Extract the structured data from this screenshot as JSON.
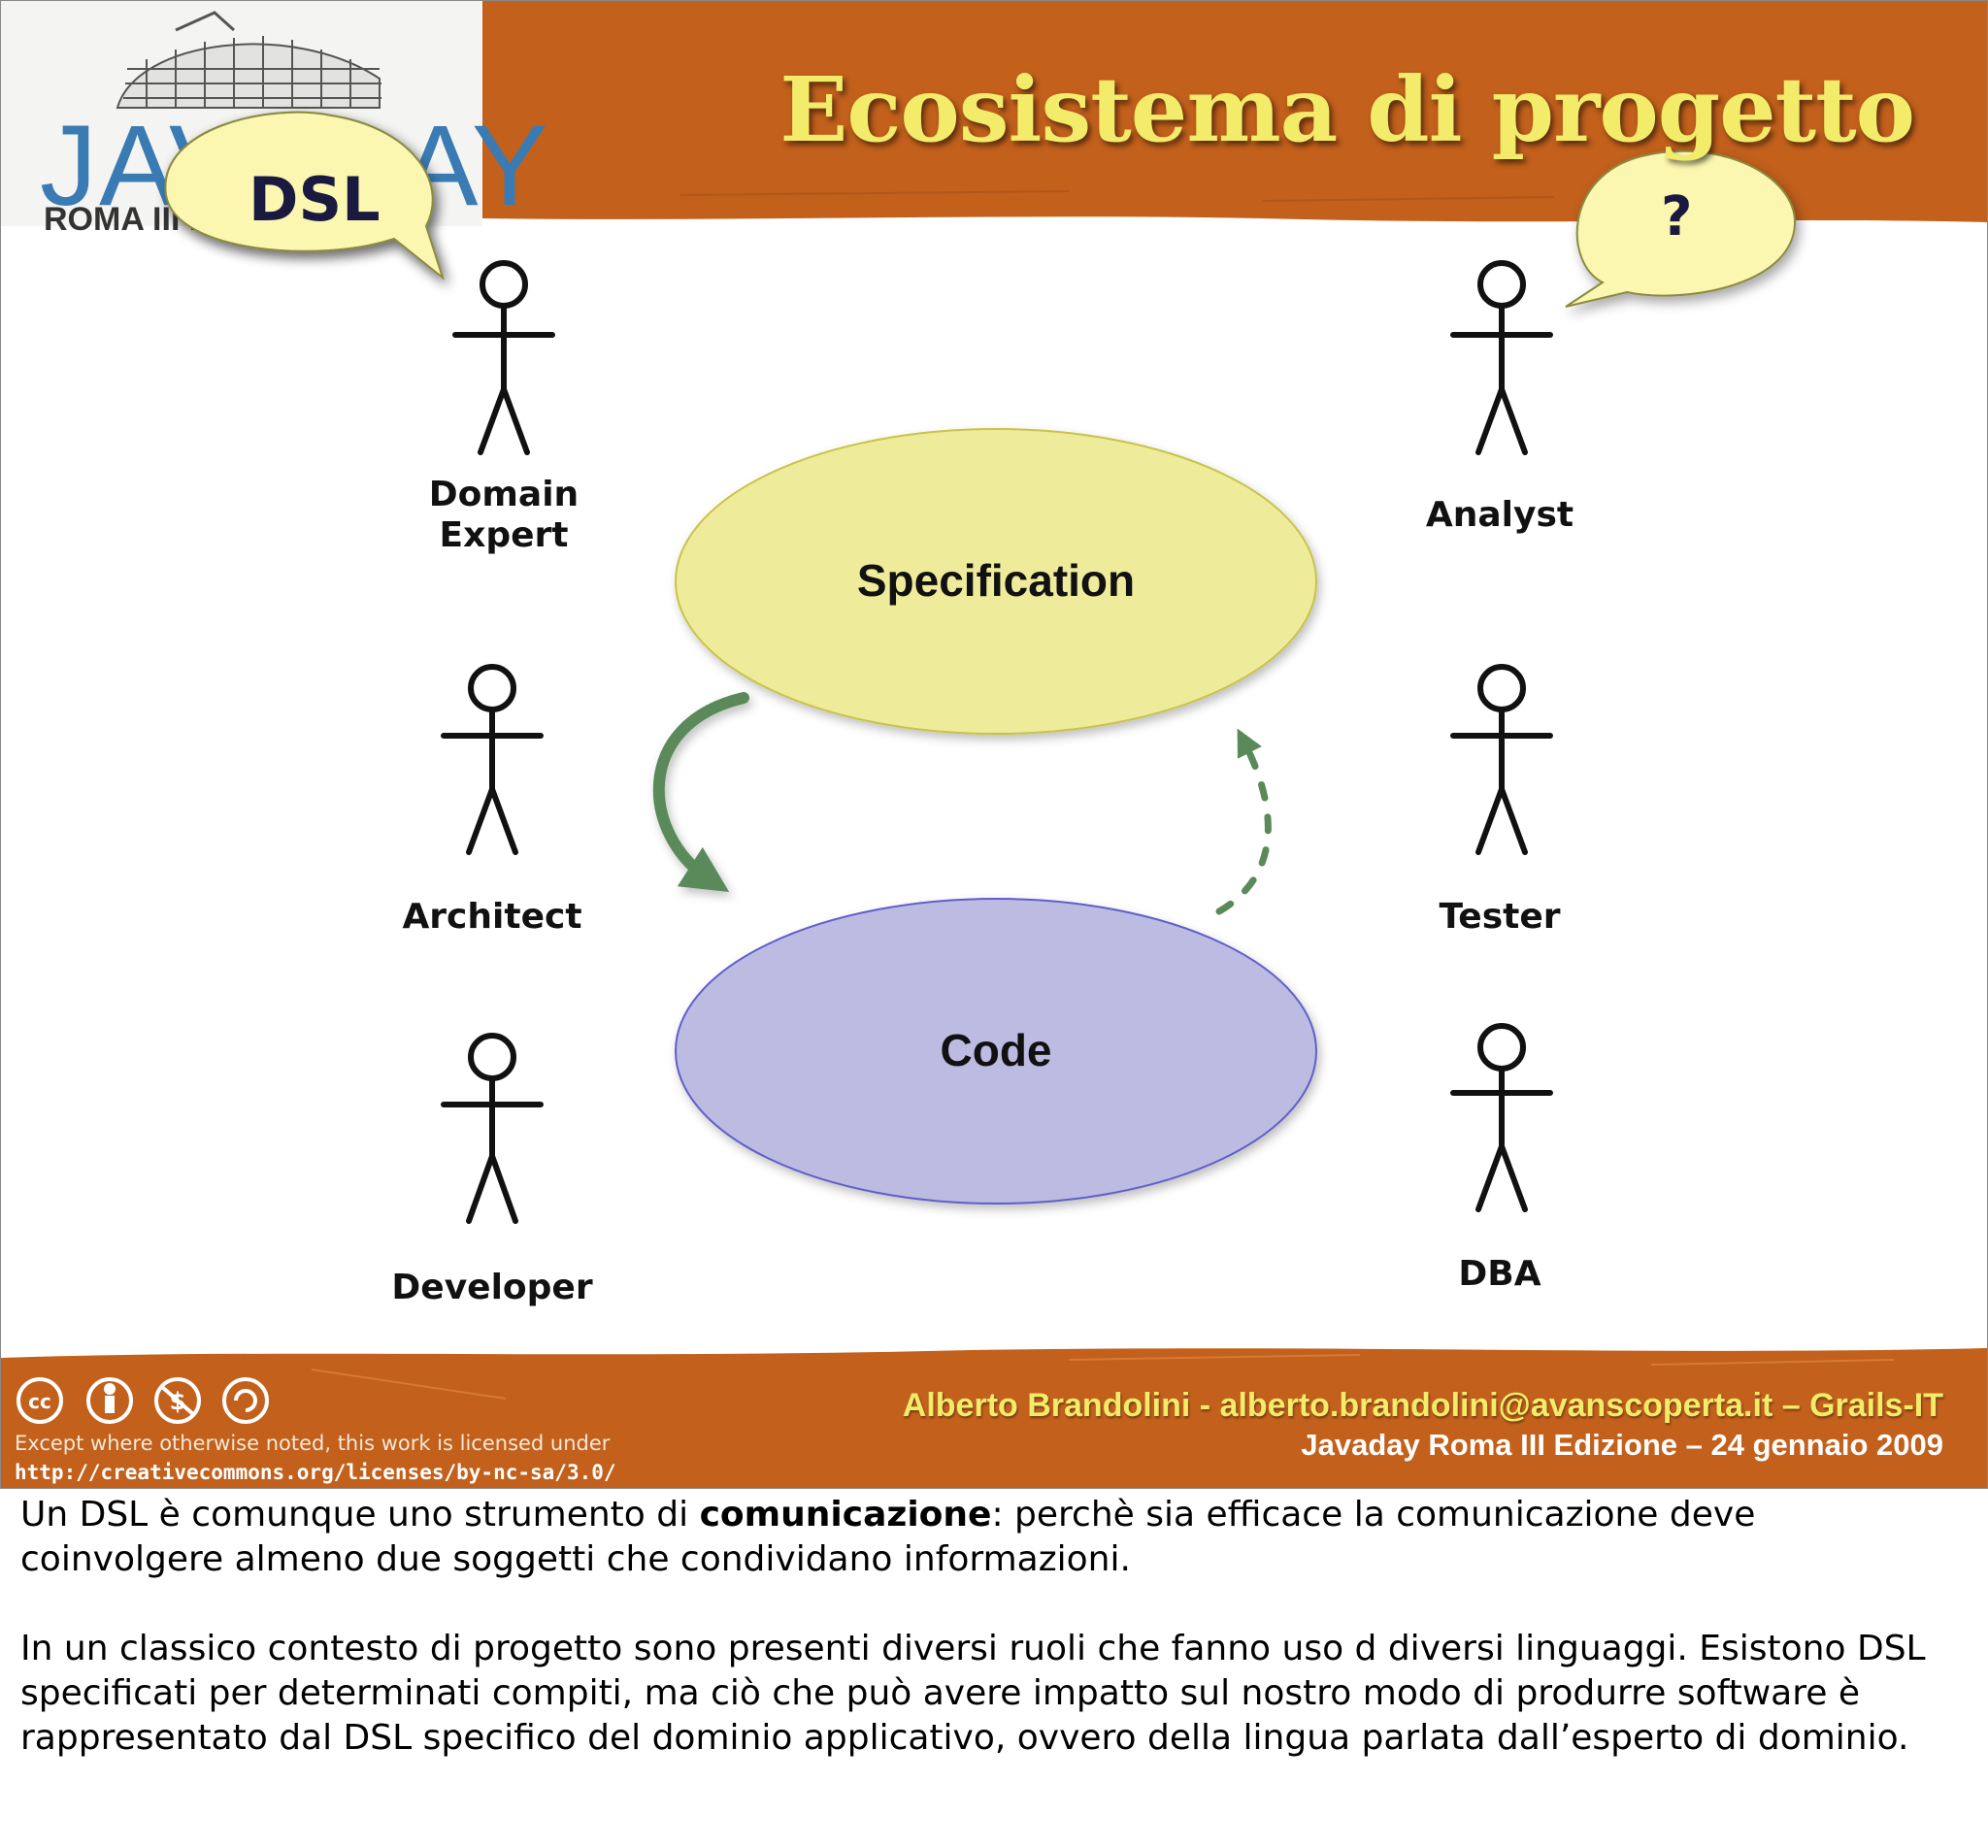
{
  "slide": {
    "title": "Ecosistema di progetto",
    "logo": {
      "word": "JAVADAY",
      "subtitle": "ROMA III EDIZIONE"
    },
    "bubbles": {
      "left": "DSL",
      "right": "?"
    },
    "actors": {
      "domain_expert": [
        "Domain",
        "Expert"
      ],
      "analyst": "Analyst",
      "architect": "Architect",
      "tester": "Tester",
      "developer": "Developer",
      "dba": "DBA"
    },
    "ovals": {
      "top": "Specification",
      "bottom": "Code"
    },
    "colors": {
      "header_orange": "#c2601c",
      "title_yellow": "#f3ec6a",
      "spec_fill": "#eeeb9b",
      "code_fill": "#bcbbe2",
      "arrow_green": "#5a8a5a"
    },
    "footer": {
      "author": "Alberto Brandolini - alberto.brandolini@avanscoperta.it – Grails-IT",
      "event": "Javaday Roma III Edizione – 24 gennaio 2009",
      "license_text": "Except where otherwise noted, this work is licensed under",
      "license_url": "http://creativecommons.org/licenses/by-nc-sa/3.0/",
      "cc_icons": [
        "cc-icon",
        "by-icon",
        "nc-icon",
        "sa-icon"
      ]
    }
  },
  "notes": {
    "p1_before": "Un DSL è comunque uno strumento di ",
    "p1_bold": "comunicazione",
    "p1_after": ": perchè sia efficace la comunicazione deve coinvolgere almeno due soggetti che condividano informazioni.",
    "p2": "In un classico contesto di progetto sono presenti diversi ruoli che fanno uso d diversi linguaggi. Esistono DSL specificati per determinati compiti, ma ciò che può avere impatto sul nostro modo di produrre software è rappresentato dal DSL specifico del dominio applicativo, ovvero della lingua parlata dall’esperto di dominio."
  }
}
